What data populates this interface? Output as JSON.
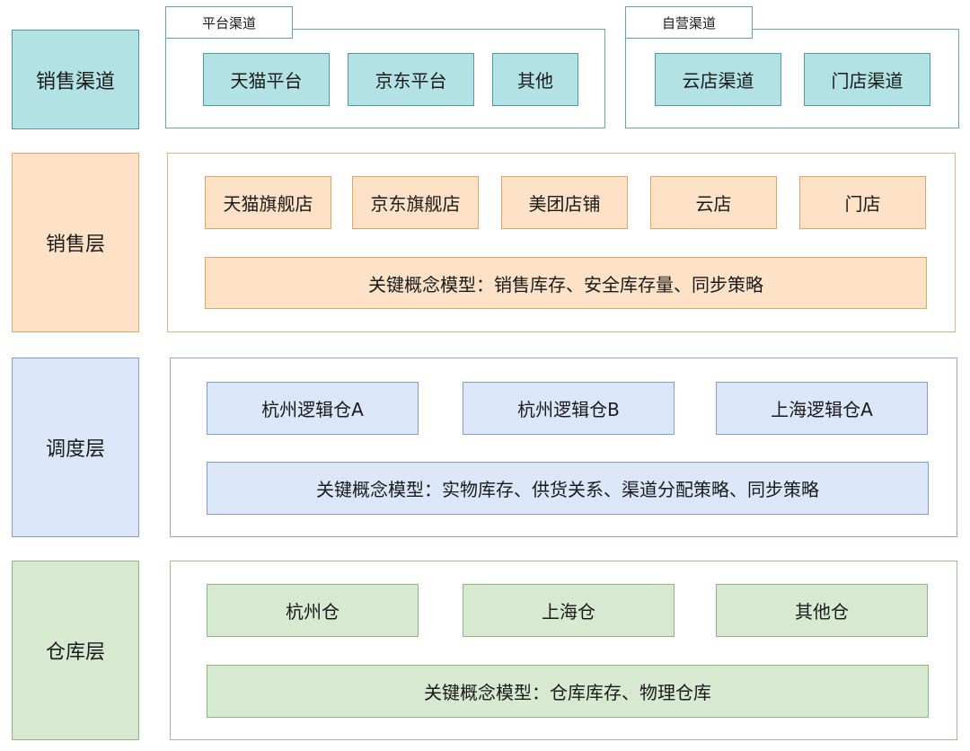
{
  "layers": {
    "channel": {
      "label": "销售渠道",
      "platform_group": {
        "title": "平台渠道",
        "items": [
          "天猫平台",
          "京东平台",
          "其他"
        ]
      },
      "self_group": {
        "title": "自营渠道",
        "items": [
          "云店渠道",
          "门店渠道"
        ]
      }
    },
    "sales": {
      "label": "销售层",
      "items": [
        "天猫旗舰店",
        "京东旗舰店",
        "美团店铺",
        "云店",
        "门店"
      ],
      "concept": "关键概念模型：销售库存、安全库存量、同步策略"
    },
    "dispatch": {
      "label": "调度层",
      "items": [
        "杭州逻辑仓A",
        "杭州逻辑仓B",
        "上海逻辑仓A"
      ],
      "concept": "关键概念模型：实物库存、供货关系、渠道分配策略、同步策略"
    },
    "warehouse": {
      "label": "仓库层",
      "items": [
        "杭州仓",
        "上海仓",
        "其他仓"
      ],
      "concept": "关键概念模型：仓库库存、物理仓库"
    }
  },
  "colors": {
    "channel": "#b2e2e4",
    "sales": "#fde2c7",
    "dispatch": "#dbe7f9",
    "warehouse": "#d8e9d2"
  }
}
